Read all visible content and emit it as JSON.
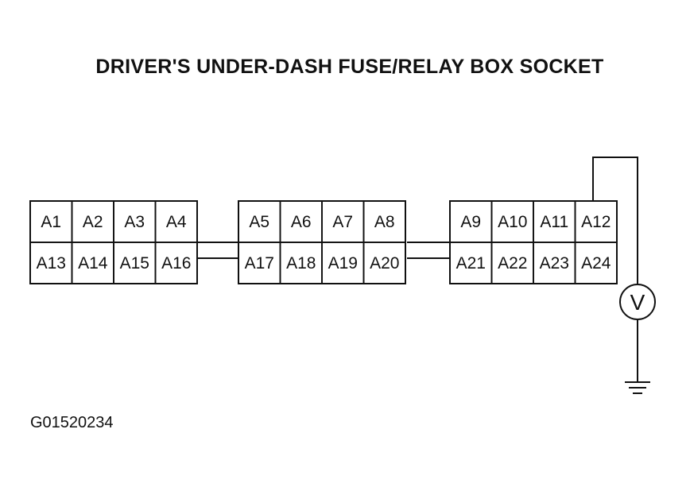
{
  "title": "DRIVER'S UNDER-DASH FUSE/RELAY BOX SOCKET",
  "figure_id": "G01520234",
  "meter_symbol": "V",
  "connectors": [
    {
      "name": "connector-left",
      "top": [
        "A1",
        "A2",
        "A3",
        "A4"
      ],
      "bottom": [
        "A13",
        "A14",
        "A15",
        "A16"
      ]
    },
    {
      "name": "connector-middle",
      "top": [
        "A5",
        "A6",
        "A7",
        "A8"
      ],
      "bottom": [
        "A17",
        "A18",
        "A19",
        "A20"
      ]
    },
    {
      "name": "connector-right",
      "top": [
        "A9",
        "A10",
        "A11",
        "A12"
      ],
      "bottom": [
        "A21",
        "A22",
        "A23",
        "A24"
      ]
    }
  ]
}
